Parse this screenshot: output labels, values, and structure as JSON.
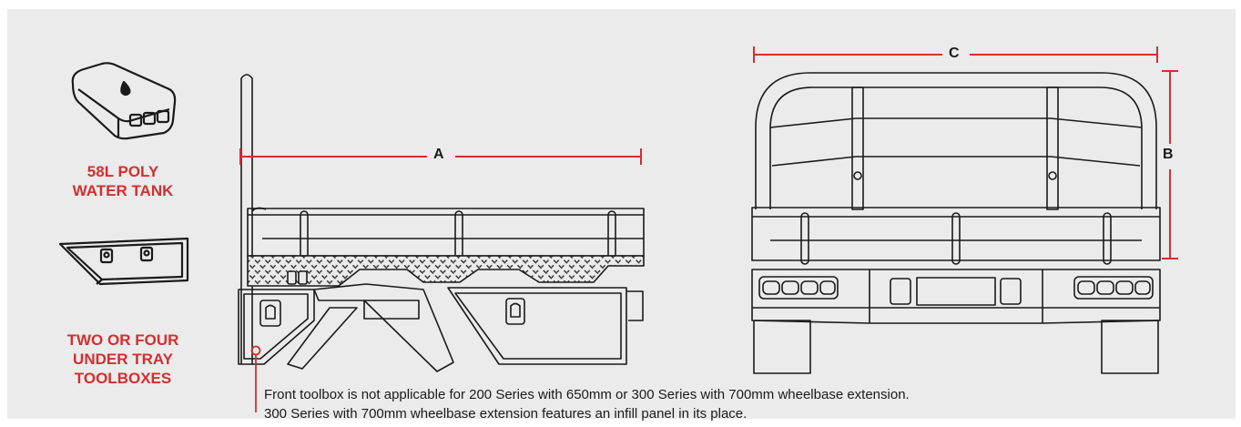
{
  "sidebar": {
    "tank_label_line1": "58L POLY",
    "tank_label_line2": "WATER TANK",
    "toolbox_label_line1": "TWO OR FOUR",
    "toolbox_label_line2": "UNDER TRAY",
    "toolbox_label_line3": "TOOLBOXES"
  },
  "dimensions": {
    "a": "A",
    "b": "B",
    "c": "C"
  },
  "footnote": {
    "line1": "Front toolbox is not applicable for 200 Series with 650mm or 300 Series with 700mm wheelbase extension.",
    "line2": "300 Series with 700mm wheelbase extension features an infill panel in its place."
  },
  "colors": {
    "accent": "#d32f2f",
    "line": "#1a1a1a",
    "panel": "#ebebeb"
  },
  "icons": [
    "water-tank-icon",
    "toolbox-icon",
    "tray-side-view",
    "tray-rear-view"
  ]
}
